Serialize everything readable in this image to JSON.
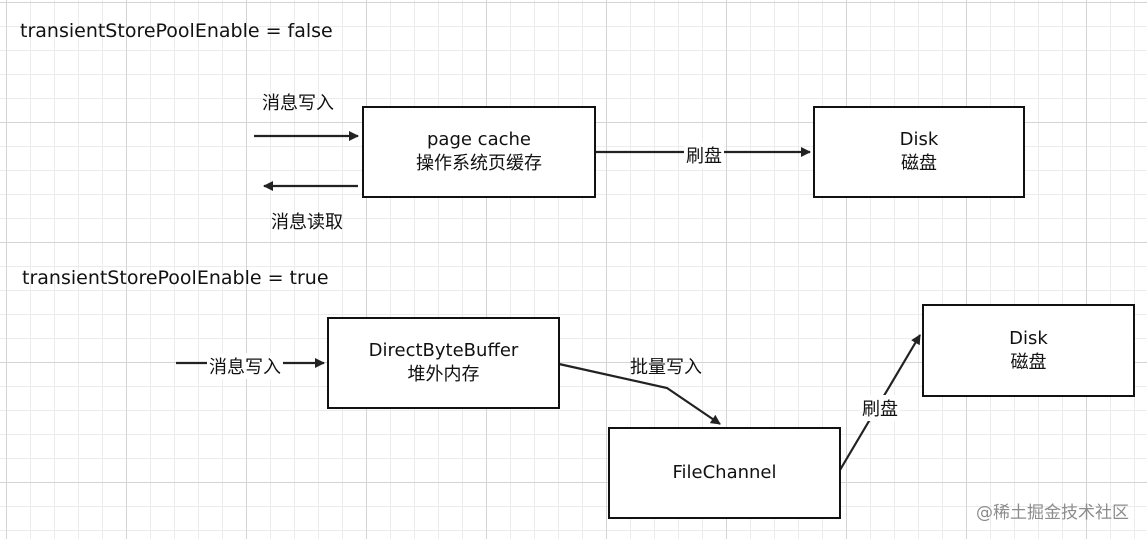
{
  "diagram1": {
    "heading": "transientStorePoolEnable = false",
    "write_label": "消息写入",
    "read_label": "消息读取",
    "flush_label": "刷盘",
    "pagecache_box": {
      "line1": "page cache",
      "line2": "操作系统页缓存"
    },
    "disk_box": {
      "line1": "Disk",
      "line2": "磁盘"
    }
  },
  "diagram2": {
    "heading": "transientStorePoolEnable = true",
    "write_label": "消息写入",
    "batch_write_label": "批量写入",
    "flush_label": "刷盘",
    "directbuffer_box": {
      "line1": "DirectByteBuffer",
      "line2": "堆外内存"
    },
    "filechannel_box": {
      "line1": "FileChannel"
    },
    "disk_box": {
      "line1": "Disk",
      "line2": "磁盘"
    }
  },
  "watermark": {
    "text": "@稀土掘金技术社区"
  },
  "colors": {
    "stroke": "#222222",
    "grid": "#d4d4d4",
    "watermark": "#8c8c8c"
  }
}
